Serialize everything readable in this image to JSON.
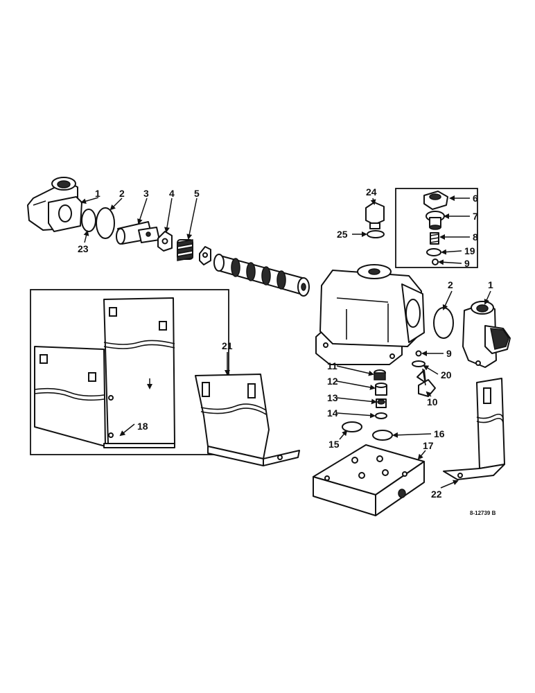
{
  "diagram": {
    "reference_code": "8-12739 B",
    "callouts": [
      "1",
      "2",
      "3",
      "4",
      "5",
      "6",
      "7",
      "8",
      "19",
      "9",
      "24",
      "25",
      "23",
      "11",
      "12",
      "13",
      "14",
      "15",
      "16",
      "17",
      "18",
      "20",
      "10",
      "21",
      "22"
    ]
  }
}
